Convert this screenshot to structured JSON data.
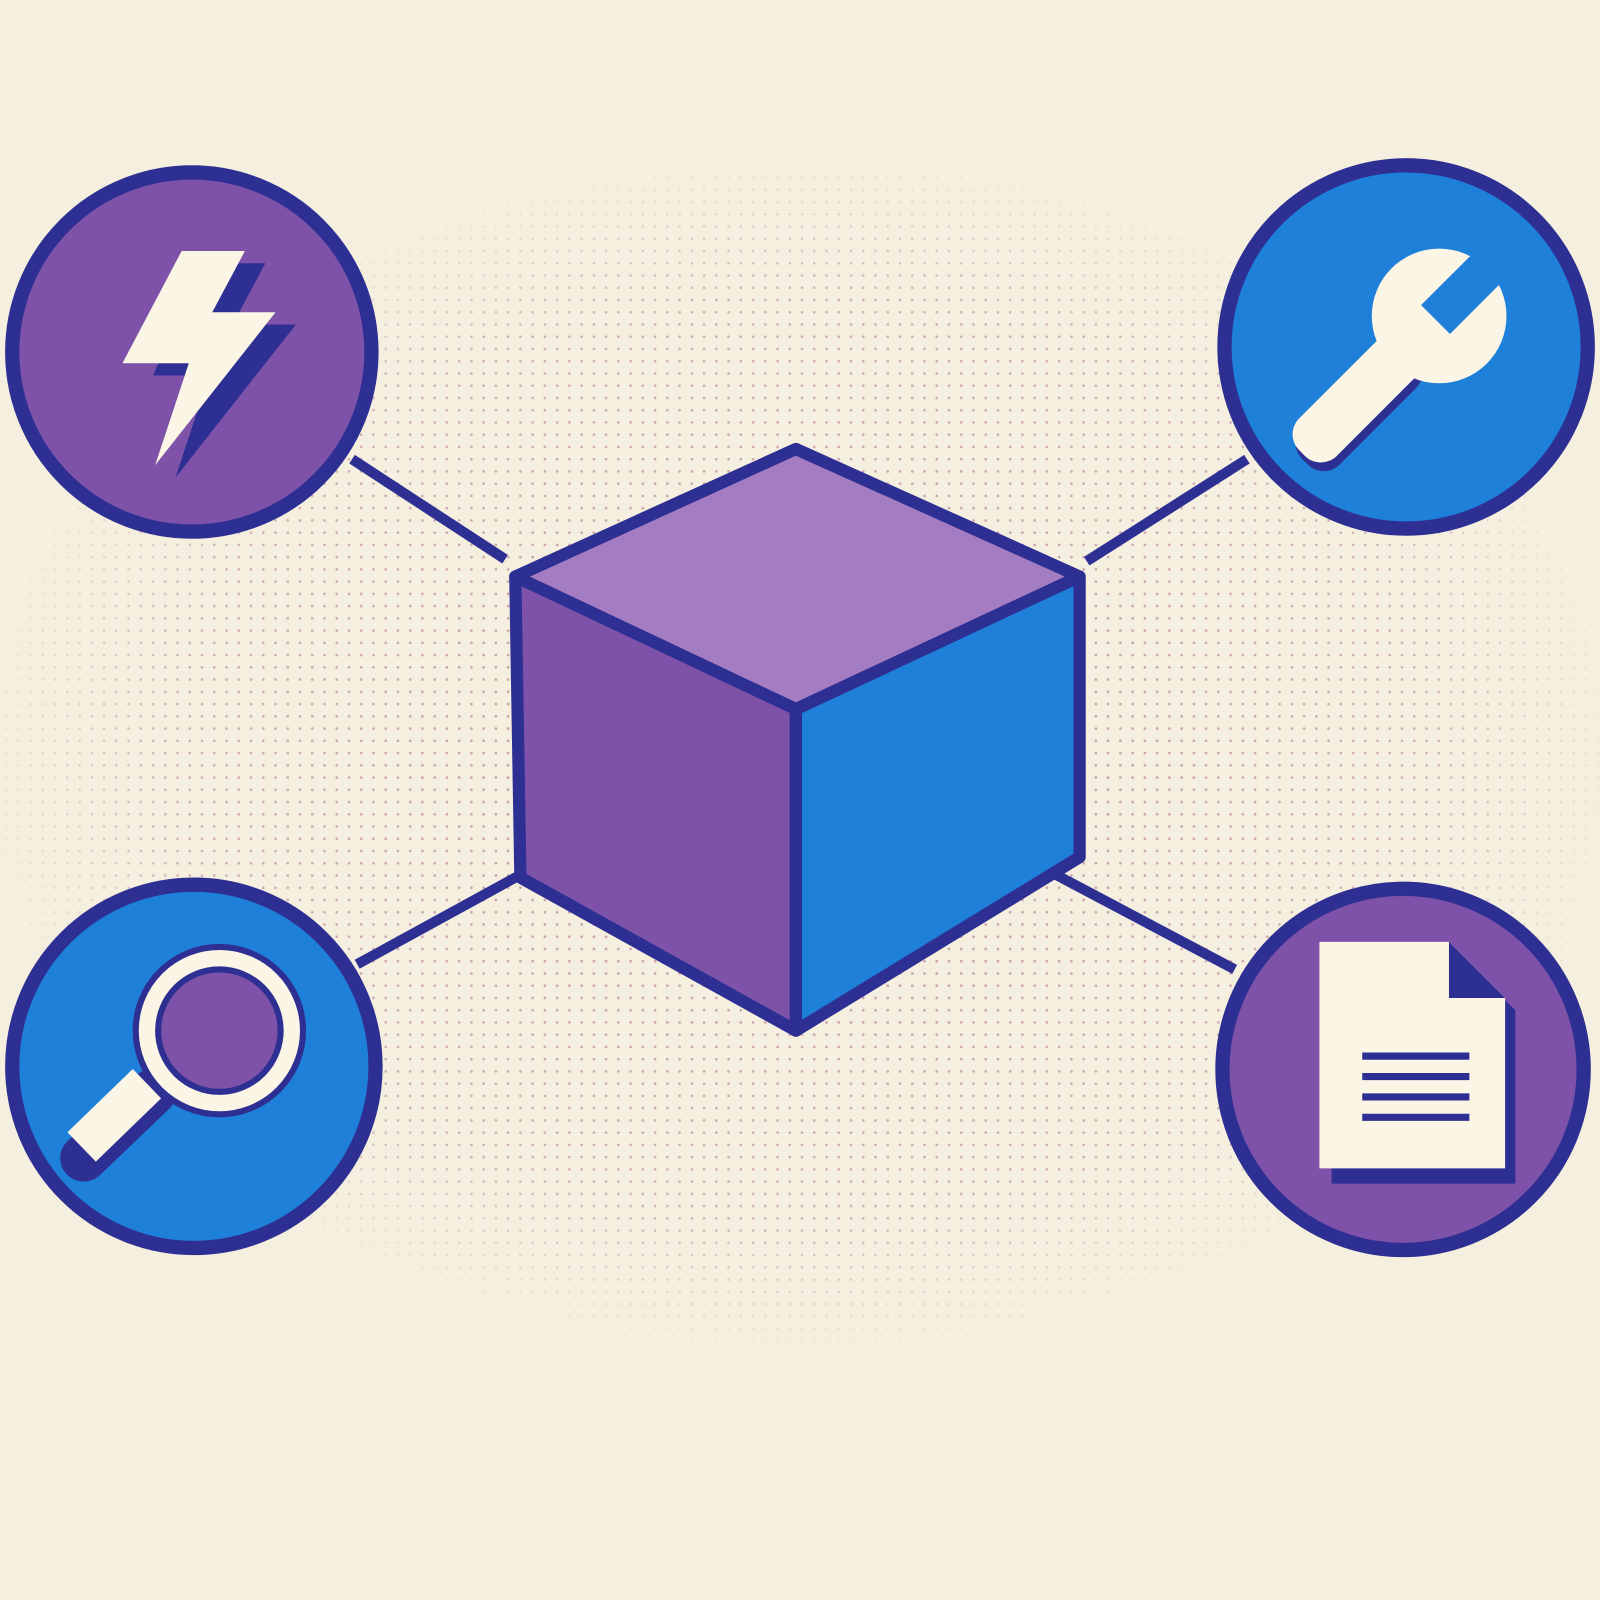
{
  "colors": {
    "background": "#f5efdf",
    "outline": "#2e2f93",
    "purple": "#7d52a8",
    "light_purple": "#a47cc2",
    "blue": "#1f80d9",
    "cream": "#fbf5e6",
    "dots": "#a0557a"
  },
  "center": {
    "icon": "cube-icon"
  },
  "nodes": [
    {
      "icon": "lightning-bolt-icon",
      "fill": "purple",
      "position": "top-left"
    },
    {
      "icon": "wrench-icon",
      "fill": "blue",
      "position": "top-right"
    },
    {
      "icon": "magnifying-glass-icon",
      "fill": "blue",
      "position": "bottom-left"
    },
    {
      "icon": "document-icon",
      "fill": "purple",
      "position": "bottom-right"
    }
  ]
}
